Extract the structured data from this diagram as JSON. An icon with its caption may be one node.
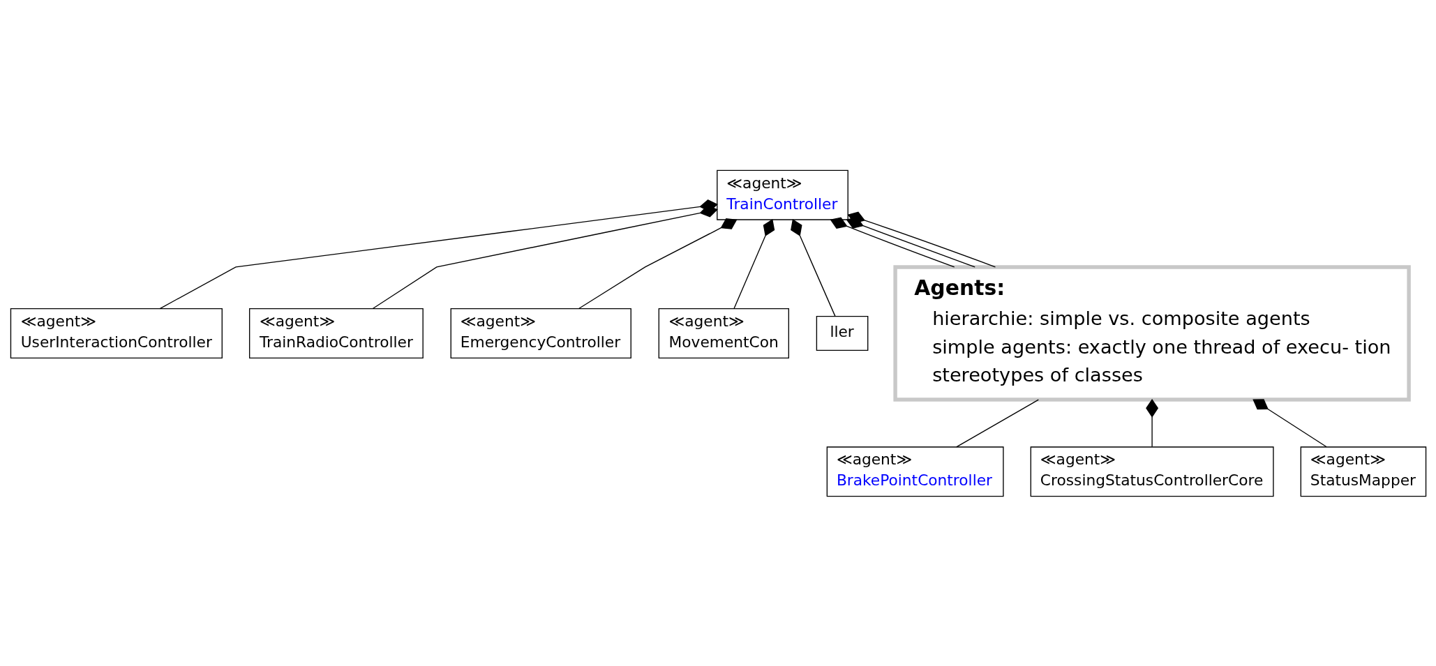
{
  "diagram": {
    "nodes": [
      {
        "text": [
          "≪agent≫",
          "TrainController"
        ]
      },
      {
        "text": [
          "≪agent≫",
          "UserInteractionController"
        ]
      },
      {
        "text": [
          "≪agent≫",
          "TrainRadioController"
        ]
      },
      {
        "text": [
          "≪agent≫",
          "EmergencyController"
        ]
      },
      {
        "text": [
          "≪agent≫",
          "MovementCon"
        ]
      },
      {
        "text": [
          "ller"
        ]
      },
      {
        "text": [
          "Agents:",
          "hierarchie: simple vs. composite agents",
          "simple agents: exactly one thread of execu- tion",
          "stereotypes of classes"
        ]
      },
      {
        "text": [
          "≪agent≫",
          "BrakePointController"
        ]
      },
      {
        "text": [
          "≪agent≫",
          "CrossingStatusControllerCore"
        ]
      },
      {
        "text": [
          "≪agent≫",
          "StatusMapper"
        ]
      }
    ],
    "edges": [
      {
        "from": 0,
        "to": 1,
        "arrow": "other"
      },
      {
        "from": 0,
        "to": 3,
        "arrow": "other"
      },
      {
        "from": 0,
        "to": 4,
        "arrow": "other"
      },
      {
        "from": 0,
        "to": 6,
        "arrow": "other"
      },
      {
        "from": 0,
        "to": 6,
        "arrow": "other"
      },
      {
        "from": 0,
        "to": 6,
        "arrow": "other"
      },
      {
        "from": 0,
        "to": 5,
        "arrow": "other"
      },
      {
        "from": 0,
        "to": 2,
        "arrow": "other"
      },
      {
        "from": 6,
        "to": 7,
        "arrow": "none"
      },
      {
        "from": 6,
        "to": 8,
        "arrow": "other"
      },
      {
        "from": 6,
        "to": 9,
        "arrow": "other"
      }
    ]
  }
}
